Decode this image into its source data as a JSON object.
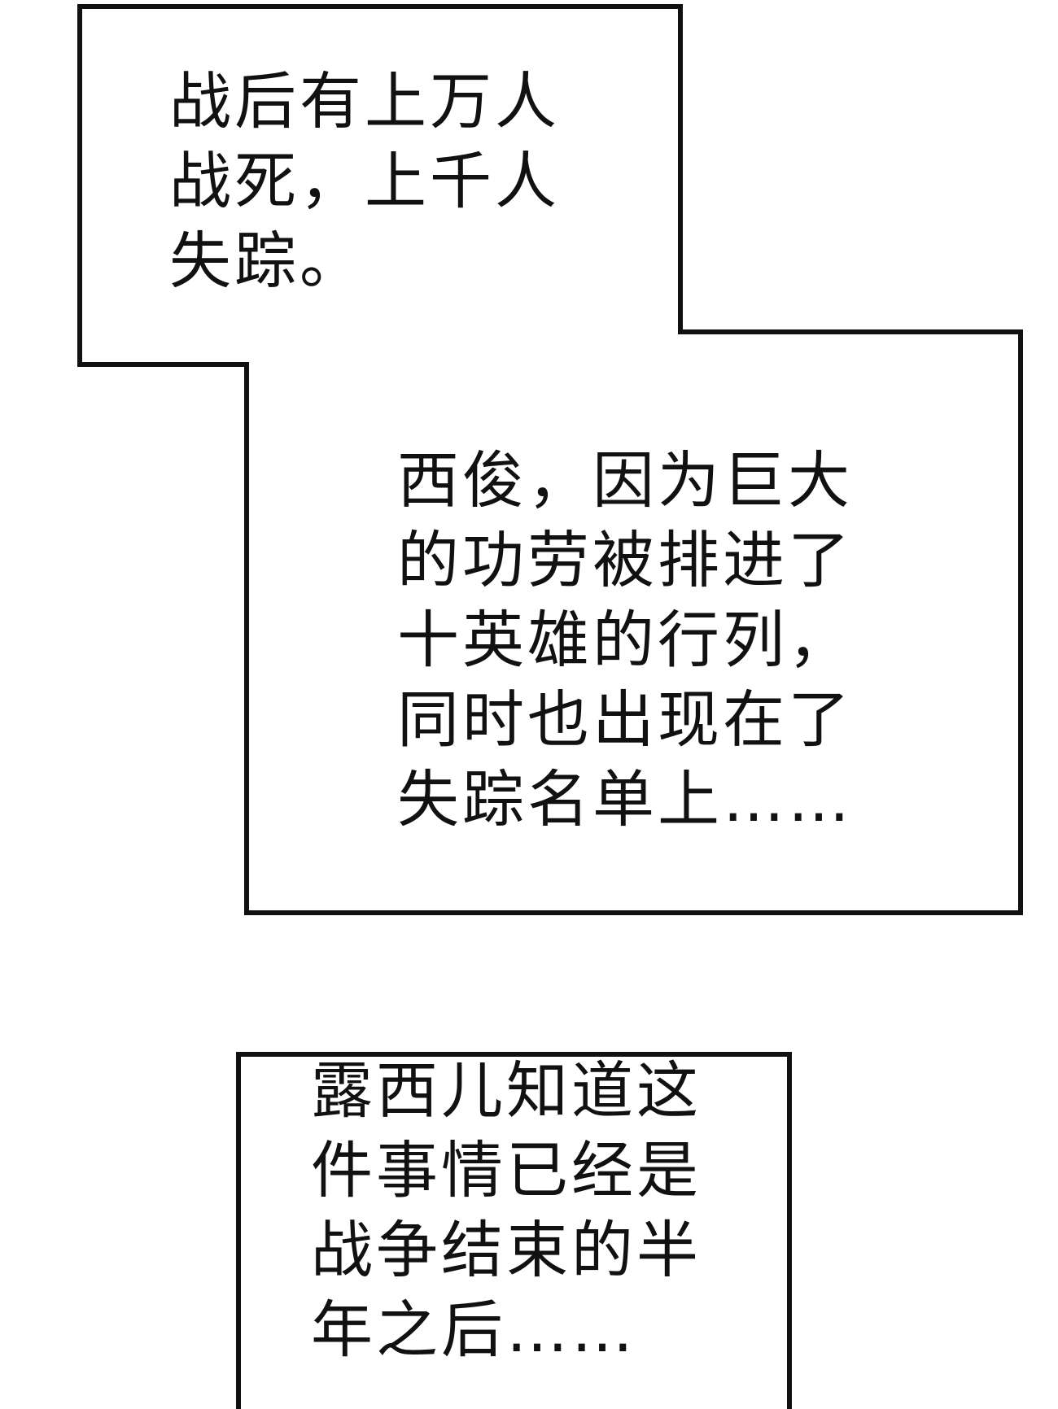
{
  "captions": [
    {
      "lines": [
        "战后有上万人",
        "战死，上千人",
        "失踪。"
      ]
    },
    {
      "lines": [
        "西俊，因为巨大",
        "的功劳被排进了",
        "十英雄的行列，",
        "同时也出现在了",
        "失踪名单上……"
      ]
    },
    {
      "lines": [
        "露西儿知道这",
        "件事情已经是",
        "战争结束的半",
        "年之后……"
      ]
    }
  ],
  "colors": {
    "background": "#ffffff",
    "border": "#111111",
    "text": "#111111"
  }
}
